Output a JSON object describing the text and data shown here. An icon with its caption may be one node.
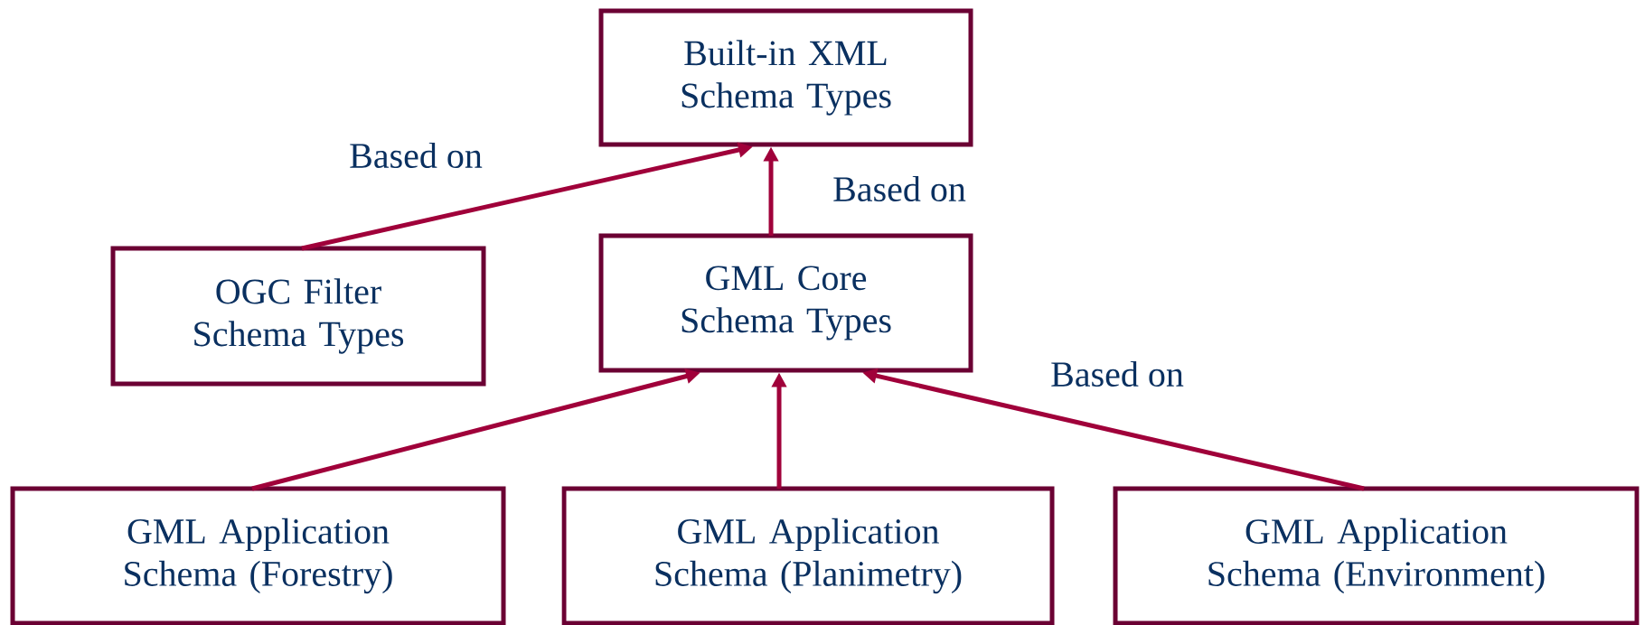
{
  "diagram": {
    "nodes": [
      {
        "text": [
          "Built-in XML Schema Types"
        ]
      },
      {
        "text": [
          "OGC Filter Schema Types"
        ]
      },
      {
        "text": [
          "GML Core Schema Types"
        ]
      },
      {
        "text": [
          "GML Application Schema (Forestry)"
        ]
      },
      {
        "text": [
          "GML Application Schema (Planimetry)"
        ]
      },
      {
        "text": [
          "GML Application Schema (Environment)"
        ]
      }
    ],
    "edges": [
      {
        "from": 1,
        "to": 0,
        "arrow": "to",
        "label": "Based on"
      },
      {
        "from": 2,
        "to": 0,
        "arrow": "to",
        "label": "Based on"
      },
      {
        "from": 3,
        "to": 2,
        "arrow": "to"
      },
      {
        "from": 4,
        "to": 2,
        "arrow": "to"
      },
      {
        "from": 5,
        "to": 2,
        "arrow": "to",
        "label": "Based on"
      }
    ]
  }
}
